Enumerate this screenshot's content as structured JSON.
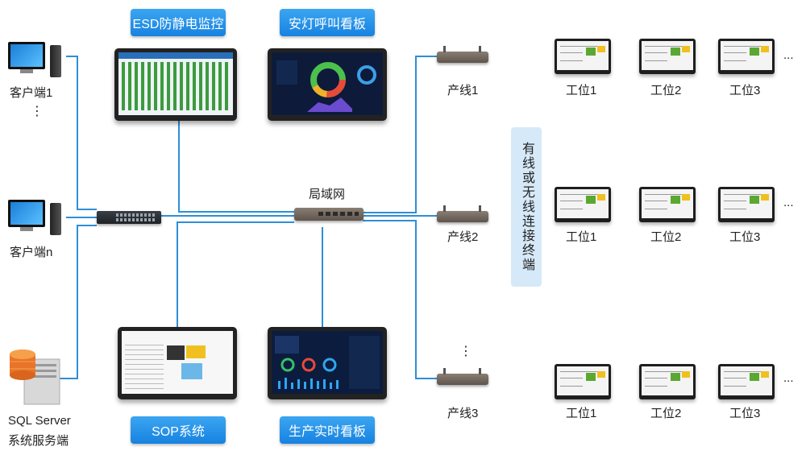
{
  "clients": {
    "client1": "客户端1",
    "client1_dots": "⋮",
    "clientn": "客户端n"
  },
  "server": {
    "line1": "SQL Server",
    "line2": "系统服务端"
  },
  "network": {
    "lan": "局域网"
  },
  "systems": {
    "esd": "ESD防静电监控",
    "andon": "安灯呼叫看板",
    "sop": "SOP系统",
    "production": "生产实时看板"
  },
  "lines": {
    "line1": "产线1",
    "line2": "产线2",
    "line3": "产线3",
    "dots": "⋮"
  },
  "terminals": {
    "label": "有线或无线连接终端"
  },
  "stations": {
    "s1": "工位1",
    "s2": "工位2",
    "s3": "工位3",
    "more": "..."
  },
  "colors": {
    "connector": "#2d8fd6",
    "button": "#1f8ee6",
    "panel": "#d6e9f8"
  }
}
